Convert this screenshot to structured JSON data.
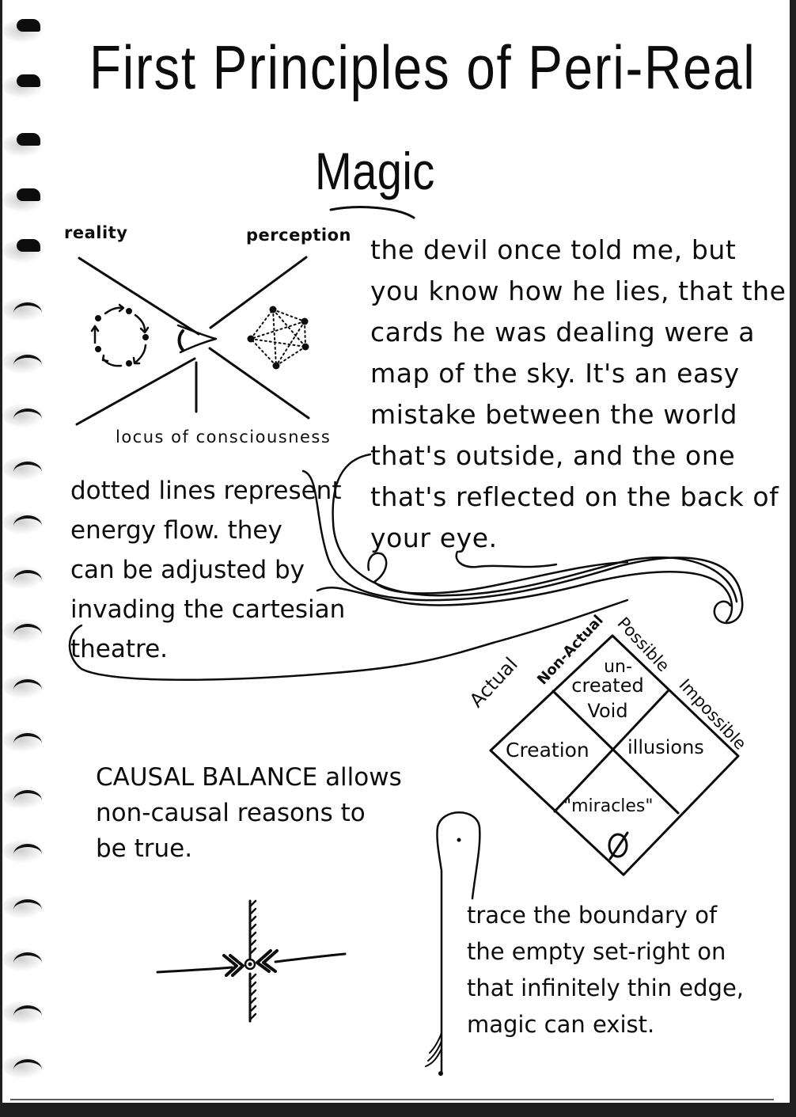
{
  "page": {
    "title": {
      "line1": "First Principles of Peri-Real",
      "line2": "Magic"
    },
    "perception_diagram": {
      "label_reality": "reality",
      "label_perception": "perception",
      "label_locus": "locus of consciousness",
      "left_symbol": "circular-arrows-cycle",
      "center_symbol": "eye",
      "right_symbol": "dotted-pentagon-graph"
    },
    "devil_passage": {
      "lines": [
        "the devil once told me, but",
        "you know how he lies, that the",
        "cards he was dealing were a",
        "map of the sky. It's an easy",
        "mistake between the world",
        "that's outside, and the one",
        "that's reflected on the back of",
        "your eye."
      ]
    },
    "dotted_lines_note": {
      "lines": [
        "dotted lines represent",
        "energy flow. they",
        "can be adjusted by",
        "invading the cartesian",
        "theatre."
      ]
    },
    "modal_square": {
      "axis_labels": {
        "actual": "Actual",
        "non_actual": "Non-Actual",
        "possible": "Possible",
        "impossible": "Impossible"
      },
      "cells": {
        "top": [
          "un-",
          "created",
          "Void"
        ],
        "left": "Creation",
        "right": "illusions",
        "bottom": "\"miracles\"",
        "bottom_symbol": "∅"
      }
    },
    "causal_balance": {
      "lines": [
        "CAUSAL BALANCE allows",
        "non-causal reasons to",
        "be true."
      ]
    },
    "balance_symbol": "converging-arrows-at-hatched-line",
    "trace_passage": {
      "lines": [
        "trace the boundary of",
        "the empty set-right on",
        "that infinitely thin edge,",
        "magic can exist."
      ]
    },
    "colors": {
      "ink": "#0c0c0c",
      "paper": "#ffffff",
      "frame": "#1f1f1f"
    }
  }
}
